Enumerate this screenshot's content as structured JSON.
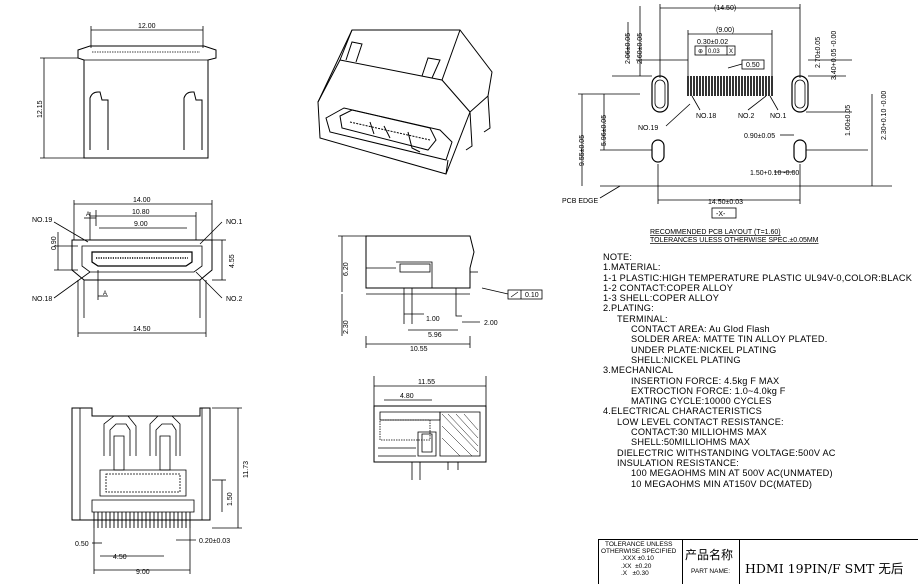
{
  "views": {
    "top": {
      "width": "12.00",
      "height": "12.15"
    },
    "front": {
      "w1": "14.00",
      "w2": "10.80",
      "w3": "9.00",
      "h1": "0.90",
      "h2": "4.55",
      "w4": "14.50",
      "pin19": "NO.19",
      "pin1": "NO.1",
      "pin18": "NO.18",
      "pin2": "NO.2",
      "sec": "A"
    },
    "side": {
      "h1": "6.20",
      "h2": "2.30",
      "flat": "0.10",
      "d1": "1.00",
      "d2": "5.96",
      "d3": "2.00",
      "w": "10.55"
    },
    "section": {
      "w1": "11.55",
      "w2": "4.80"
    },
    "bottom": {
      "h": "11.73",
      "d1": "1.50",
      "d2": "0.50",
      "d3": "0.20±0.03",
      "d4": "4.50",
      "d5": "9.00"
    },
    "pcb": {
      "top_dim": "(14.50)",
      "mid_dim": "(9.00)",
      "pitch": "0.30±0.02",
      "tol_sym": "⊕",
      "tol_val": "0.03",
      "tol_ref": "X",
      "d_left1": "2.06±0.05",
      "d_left2": "2.60±0.05",
      "d_right1": "2.70±0.05",
      "d_right2": "3.40+0.05 -0.00",
      "d_050": "0.50",
      "no19": "NO.19",
      "no18": "NO.18",
      "no2": "NO.2",
      "no1": "NO.1",
      "d_vert1": "9.55±0.05",
      "d_vert2": "5.96±0.05",
      "d_090": "0.90±0.05",
      "d_160": "1.60±0.05",
      "d_230": "2.30+0.10 -0.00",
      "d_150": "1.50+0.10 -0.00",
      "d_1450": "14.50±0.03",
      "pcb_edge": "PCB EDGE",
      "datum": "-X-",
      "caption1": "RECOMMENDED PCB LAYOUT (T=1.60)",
      "caption2": "TOLERANCES ULESS OTHERWISE SPEC.±0.05MM"
    }
  },
  "notes": [
    {
      "text": "NOTE:",
      "indent": 0
    },
    {
      "text": "1.MATERIAL:",
      "indent": 0
    },
    {
      "text": "1-1 PLASTIC:HIGH TEMPERATURE PLASTIC UL94V-0,COLOR:BLACK",
      "indent": 0
    },
    {
      "text": "1-2 CONTACT:COPER ALLOY",
      "indent": 0
    },
    {
      "text": "1-3 SHELL:COPER ALLOY",
      "indent": 0
    },
    {
      "text": "2.PLATING:",
      "indent": 0
    },
    {
      "text": "TERMINAL:",
      "indent": 1
    },
    {
      "text": "CONTACT AREA: Au Glod Flash",
      "indent": 2
    },
    {
      "text": "SOLDER AREA: MATTE TIN ALLOY PLATED.",
      "indent": 2
    },
    {
      "text": "UNDER PLATE:NICKEL PLATING",
      "indent": 2
    },
    {
      "text": "SHELL:NICKEL PLATING",
      "indent": 2
    },
    {
      "text": "3.MECHANICAL",
      "indent": 0
    },
    {
      "text": "INSERTION FORCE:   4.5kg F MAX",
      "indent": 2
    },
    {
      "text": "EXTROCTION FORCE:  1.0~4.0kg F",
      "indent": 2
    },
    {
      "text": "MATING CYCLE:10000 CYCLES",
      "indent": 2
    },
    {
      "text": "4.ELECTRICAL CHARACTERISTICS",
      "indent": 0
    },
    {
      "text": "LOW LEVEL CONTACT RESISTANCE:",
      "indent": 1
    },
    {
      "text": "CONTACT:30 MILLIOHMS MAX",
      "indent": 2
    },
    {
      "text": "SHELL:50MILLIOHMS MAX",
      "indent": 2
    },
    {
      "text": "DIELECTRIC WITHSTANDING VOLTAGE:500V AC",
      "indent": 1
    },
    {
      "text": "INSULATION RESISTANCE:",
      "indent": 1
    },
    {
      "text": "100 MEGAOHMS MIN AT 500V AC(UNMATED)",
      "indent": 2
    },
    {
      "text": "10 MEGAOHMS MIN AT150V DC(MATED)",
      "indent": 2
    }
  ],
  "title_block": {
    "tol_l1": "TOLERANCE UNLESS",
    "tol_l2": "OTHERWISE SPECIFIED",
    "tol_l3": ".XXX ±0.10",
    "tol_l4": ".XX  ±0.20",
    "tol_l5": ".X   ±0.30",
    "product_name_cn": "产品名称",
    "part_name": "PART NAME:",
    "title": "HDMI 19PIN/F SMT 无后"
  }
}
